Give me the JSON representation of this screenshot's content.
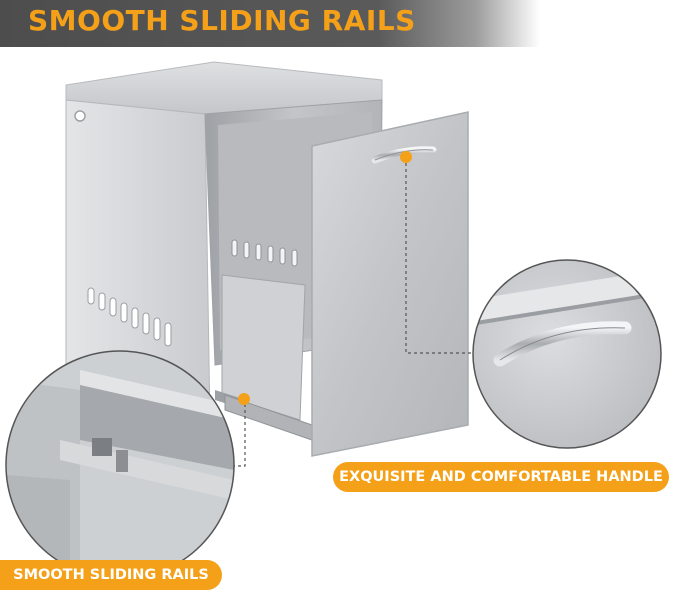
{
  "header": {
    "title": "SMOOTH SLIDING RAILS"
  },
  "labels": {
    "handle": "EXQUISITE AND COMFORTABLE HANDLE",
    "rails": "SMOOTH SLIDING RAILS"
  },
  "colors": {
    "accent": "#f5a019",
    "banner": "#4d4d4d",
    "steel": "#c9cbce"
  }
}
